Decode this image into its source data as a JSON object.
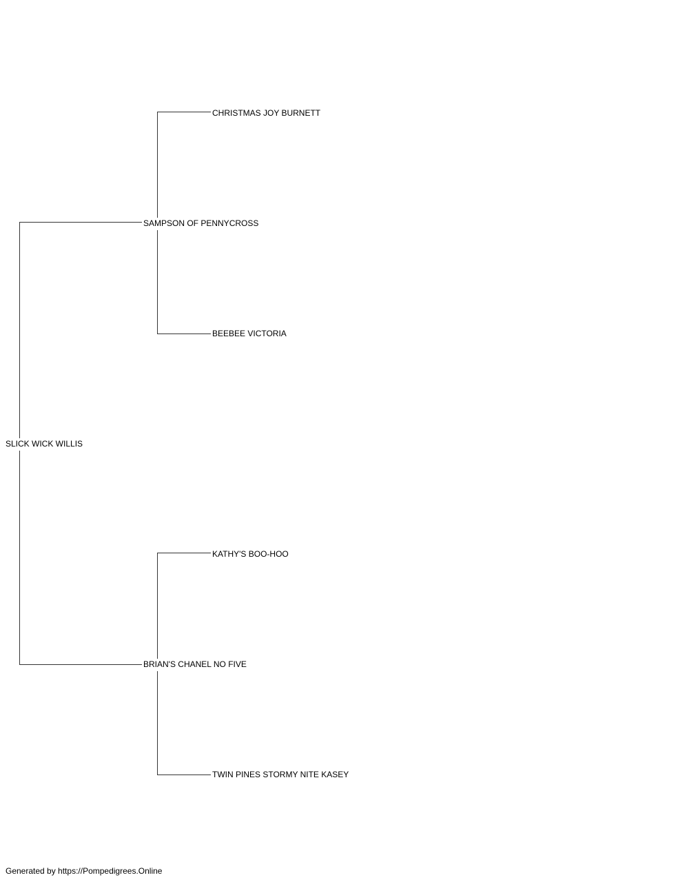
{
  "pedigree": {
    "subject": "SLICK WICK WILLIS",
    "sire": "SAMPSON OF PENNYCROSS",
    "sire_sire": "CHRISTMAS JOY BURNETT",
    "sire_dam": "BEEBEE VICTORIA",
    "dam": "BRIAN'S CHANEL NO FIVE",
    "dam_sire": "KATHY'S BOO-HOO",
    "dam_dam": "TWIN PINES STORMY NITE KASEY"
  },
  "footer": {
    "credit": "Generated by https://Pompedigrees.Online"
  },
  "colors": {
    "line": "#333333",
    "text": "#000000",
    "background": "#ffffff"
  }
}
